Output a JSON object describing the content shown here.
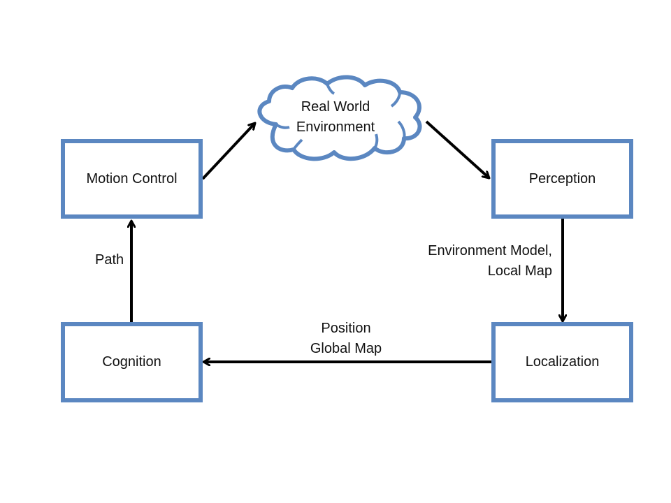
{
  "nodes": {
    "cloud": {
      "line1": "Real World",
      "line2": "Environment"
    },
    "motion_control": "Motion Control",
    "perception": "Perception",
    "cognition": "Cognition",
    "localization": "Localization"
  },
  "edges": {
    "path": "Path",
    "environment_model": {
      "line1": "Environment Model,",
      "line2": "Local Map"
    },
    "position": {
      "line1": "Position",
      "line2": "Global Map"
    }
  },
  "colors": {
    "box_border": "#5b87c1",
    "arrow": "#000000"
  }
}
